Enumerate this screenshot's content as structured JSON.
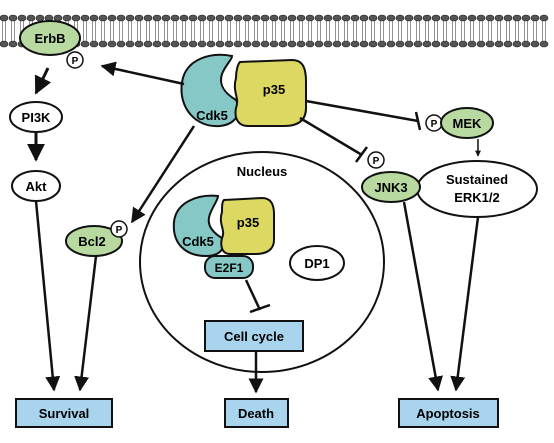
{
  "colors": {
    "cdk5": "#86c8c6",
    "p35": "#dcd862",
    "green_node": "#b8d9a0",
    "outcome_box": "#a8d4ee",
    "line": "#111111"
  },
  "membrane": {
    "receptor": "ErbB",
    "phospho": "P"
  },
  "complex": {
    "cdk5": "Cdk5",
    "p35": "p35"
  },
  "survival_path": {
    "pi3k": "PI3K",
    "akt": "Akt",
    "bcl2": "Bcl2",
    "bcl2_phospho": "P"
  },
  "nucleus": {
    "title": "Nucleus",
    "cdk5": "Cdk5",
    "p35": "p35",
    "e2f1": "E2F1",
    "dp1": "DP1",
    "cell_cycle": "Cell cycle"
  },
  "apoptosis_path": {
    "mek": "MEK",
    "mek_phospho": "P",
    "jnk3": "JNK3",
    "jnk3_phospho": "P",
    "erk_line1": "Sustained",
    "erk_line2": "ERK1/2"
  },
  "outcomes": {
    "survival": "Survival",
    "death": "Death",
    "apoptosis": "Apoptosis"
  }
}
